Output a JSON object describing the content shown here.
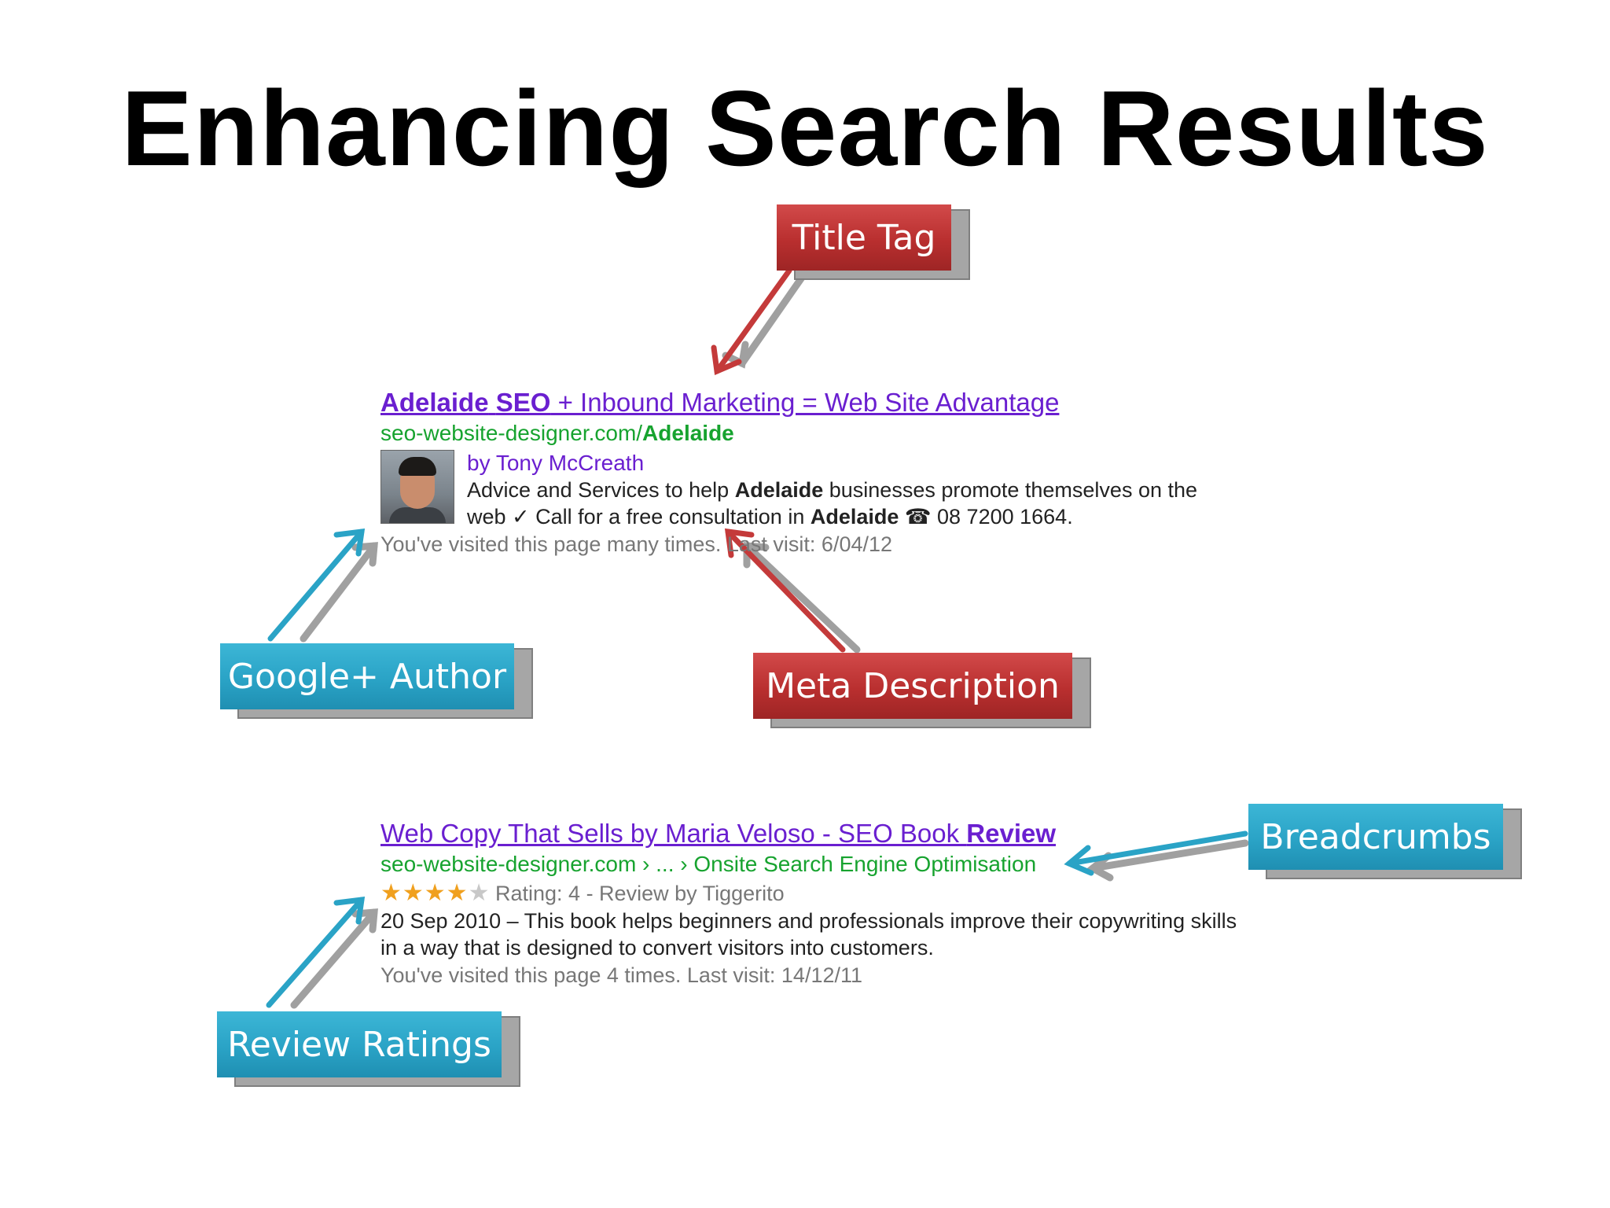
{
  "slide": {
    "title": "Enhancing Search Results"
  },
  "callouts": {
    "title_tag": "Title Tag",
    "google_author": "Google+ Author",
    "meta_description": "Meta Description",
    "breadcrumbs": "Breadcrumbs",
    "review_ratings": "Review Ratings"
  },
  "result1": {
    "title_bold1": "Adelaide",
    "title_mid1": " ",
    "title_bold2": "SEO",
    "title_rest": " + Inbound Marketing = Web Site Advantage",
    "url_main": "seo-website-designer.com/",
    "url_bold": "Adelaide",
    "by_line": "by Tony McCreath",
    "snippet_1": "Advice and Services to help ",
    "snippet_bold1": "Adelaide",
    "snippet_2": " businesses promote themselves on the web ✓ Call for a free consultation in ",
    "snippet_bold2": "Adelaide",
    "snippet_3": " ☎ 08 7200 1664.",
    "visited": "You've visited this page many times. Last visit: 6/04/12"
  },
  "result2": {
    "title_main": "Web Copy That Sells by Maria Veloso - SEO Book ",
    "title_bold": "Review",
    "url": "seo-website-designer.com › ... › Onsite Search Engine Optimisation",
    "stars_filled": "★★★★",
    "stars_empty": "★",
    "rating_text": "Rating: 4 - Review by Tiggerito",
    "snippet": "20 Sep 2010 – This book helps beginners and professionals improve their copywriting skills in a way that is designed to convert visitors into customers.",
    "visited": "You've visited this page 4 times. Last visit: 14/12/11",
    "rating_value": 4,
    "rating_max": 5
  },
  "colors": {
    "callout_red": "#b92f2f",
    "callout_teal": "#2aa3c6",
    "link_purple": "#6a1fd0",
    "url_green": "#17a32f",
    "star_orange": "#f0a01e"
  }
}
